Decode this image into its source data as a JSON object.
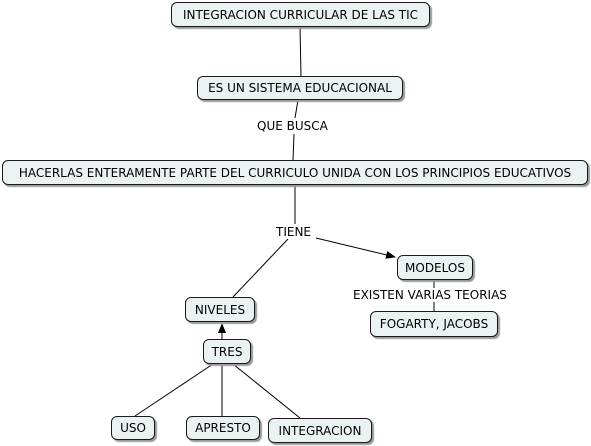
{
  "concept_map": {
    "nodes": {
      "root": "INTEGRACION CURRICULAR DE LAS TIC",
      "sistema": "ES UN SISTEMA EDUCACIONAL",
      "hacerlas": "HACERLAS ENTERAMENTE PARTE DEL CURRICULO UNIDA CON LOS PRINCIPIOS EDUCATIVOS",
      "modelos": "MODELOS",
      "fogarty": "FOGARTY, JACOBS",
      "niveles": "NIVELES",
      "tres": "TRES",
      "uso": "USO",
      "apresto": "APRESTO",
      "integracion": "INTEGRACION"
    },
    "links": {
      "que_busca": "QUE BUSCA",
      "tiene": "TIENE",
      "existen": "EXISTEN VARIAS TEORIAS"
    },
    "colors": {
      "node_fill": "#eaf3f2",
      "node_border": "#1a1a1a",
      "line": "#000000"
    }
  }
}
